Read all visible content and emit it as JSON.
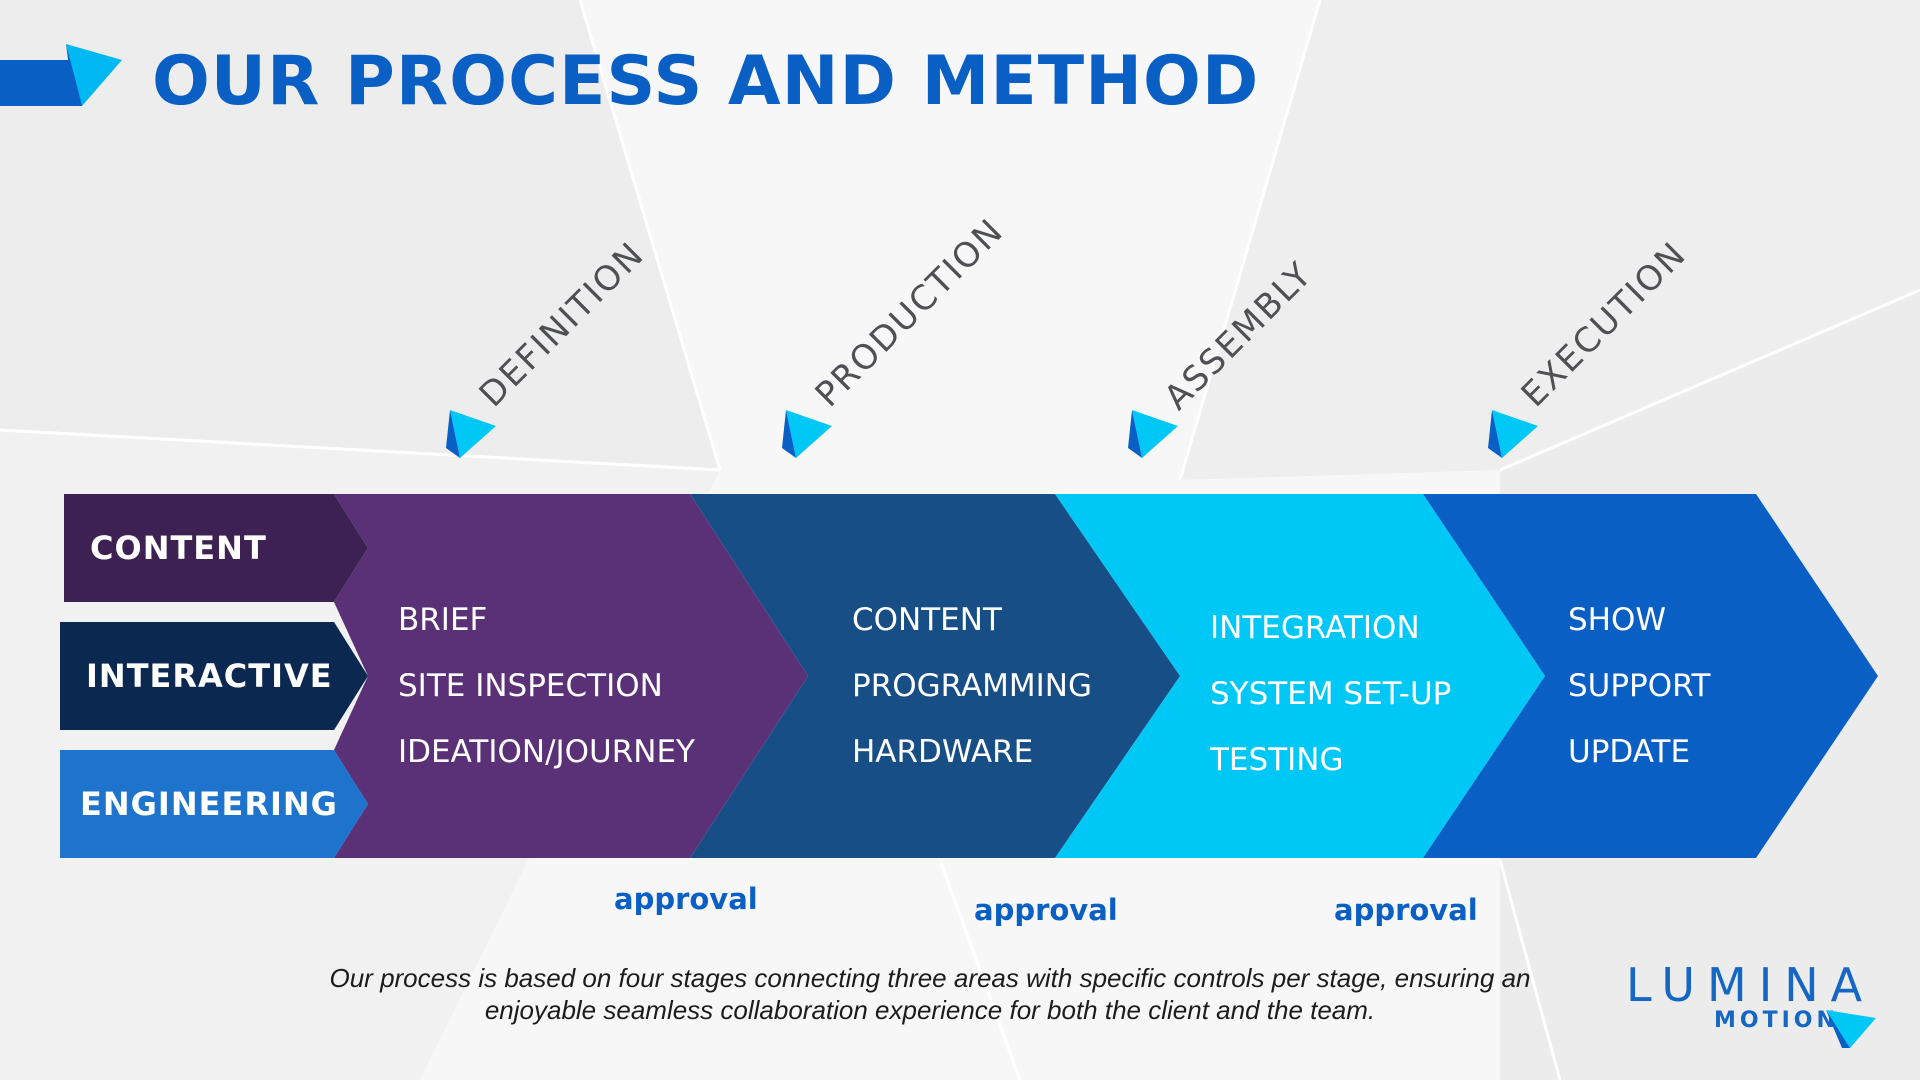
{
  "title": "OUR PROCESS AND METHOD",
  "colors": {
    "title_blue": "#0a5fc4",
    "stage_definition": "#5a3176",
    "stage_production": "#184e86",
    "stage_assembly": "#00c8f6",
    "stage_execution": "#0a5fc4",
    "area_content": "#3d2152",
    "area_interactive": "#0b2850",
    "area_engineering": "#1e74cc",
    "approval_text": "#0a5fc4"
  },
  "stages": [
    {
      "label": "DEFINITION",
      "items": [
        "BRIEF",
        "SITE INSPECTION",
        "IDEATION/JOURNEY"
      ]
    },
    {
      "label": "PRODUCTION",
      "items": [
        "CONTENT",
        "PROGRAMMING",
        "HARDWARE"
      ]
    },
    {
      "label": "ASSEMBLY",
      "items": [
        "INTEGRATION",
        "SYSTEM SET-UP",
        "TESTING"
      ]
    },
    {
      "label": "EXECUTION",
      "items": [
        "SHOW",
        "SUPPORT",
        "UPDATE"
      ]
    }
  ],
  "areas": [
    "CONTENT",
    "INTERACTIVE",
    "ENGINEERING"
  ],
  "approvals": [
    "approval",
    "approval",
    "approval"
  ],
  "caption": "Our process is based on four stages connecting three areas with specific controls per stage, ensuring an enjoyable seamless collaboration experience for both the client and the team.",
  "logo": {
    "word": "LUMINA",
    "sub": "MOTION"
  }
}
